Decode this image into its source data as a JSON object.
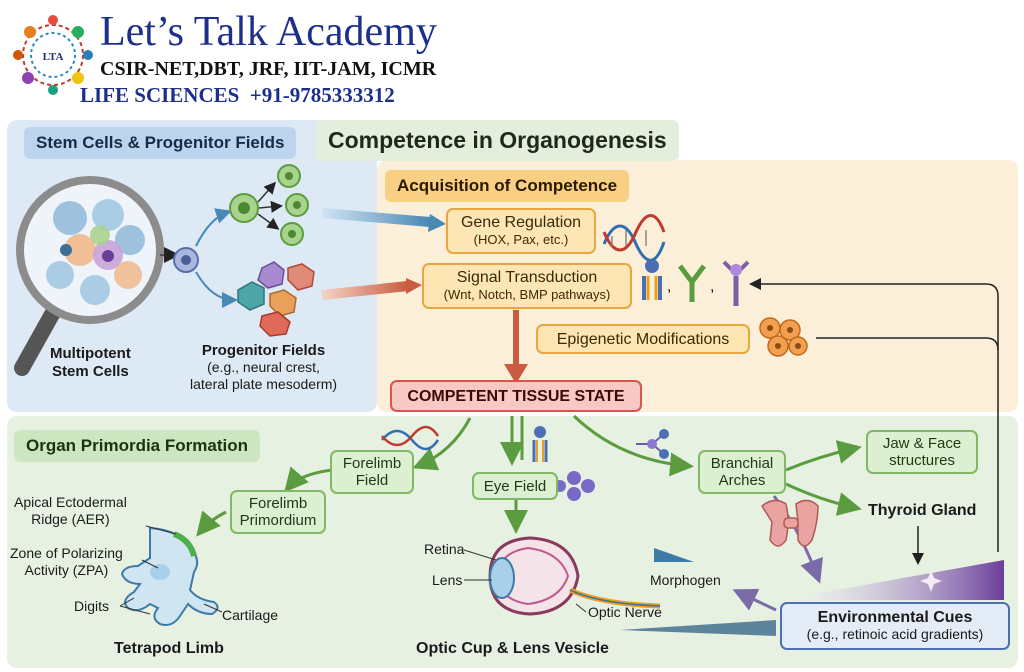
{
  "brand": {
    "name": "Let’s Talk Academy",
    "line1": "CSIR-NET,DBT, JRF, IIT-JAM, ICMR",
    "line2": "LIFE SCIENCES  +91-9785333312",
    "logo_text": "LTA"
  },
  "title": "Competence in Organogenesis",
  "stem": {
    "header": "Stem Cells & Progenitor Fields",
    "multipotent": [
      "Multipotent",
      "Stem Cells"
    ],
    "progenitor_title": "Progenitor Fields",
    "progenitor_sub": [
      "(e.g., neural crest,",
      "lateral plate mesoderm)"
    ]
  },
  "acquisition": {
    "header": "Acquisition of Competence",
    "gene_title": "Gene Regulation",
    "gene_sub": "(HOX, Pax, etc.)",
    "signal_title": "Signal Transduction",
    "signal_sub": "(Wnt, Notch, BMP pathways)",
    "epigenetic": "Epigenetic Modifications",
    "competent": "COMPETENT TISSUE STATE",
    "sep1": ",",
    "sep2": ","
  },
  "organ": {
    "header": "Organ Primordia Formation",
    "forelimb_field": [
      "Forelimb",
      "Field"
    ],
    "forelimb_primordium": [
      "Forelimb",
      "Primordium"
    ],
    "aer": [
      "Apical Ectodermal",
      "Ridge (AER)"
    ],
    "zpa": [
      "Zone of Polarizing",
      "Activity (ZPA)"
    ],
    "digits": "Digits",
    "cartilage": "Cartilage",
    "tetrapod": "Tetrapod Limb",
    "eye_field": "Eye Field",
    "retina": "Retina",
    "lens": "Lens",
    "optic_nerve": "Optic Nerve",
    "optic_cup": "Optic Cup & Lens Vesicle",
    "branchial": [
      "Branchial",
      "Arches"
    ],
    "jaw": [
      "Jaw & Face",
      "structures"
    ],
    "thyroid": "Thyroid Gland",
    "morphogen": "Morphogen",
    "env_title": "Environmental Cues",
    "env_sub": "(e.g., retinoic acid gradients)"
  },
  "colors": {
    "stem_panel": "#dde9f5",
    "acq_panel": "#fcefd9",
    "organ_panel": "#e6f1e2",
    "header_blue": "#bcd4ec",
    "header_orange": "#f8cf83",
    "header_green": "#cce7bf",
    "competent_fill": "#f7c9c4",
    "competent_border": "#d9534f",
    "env_fill": "#e4ecf8",
    "env_border": "#4a6fb5",
    "brand_blue": "#1c2f8a",
    "arrow_green": "#6bab4f",
    "arrow_red": "#c95b40",
    "gradient": "#6a3d9a"
  }
}
